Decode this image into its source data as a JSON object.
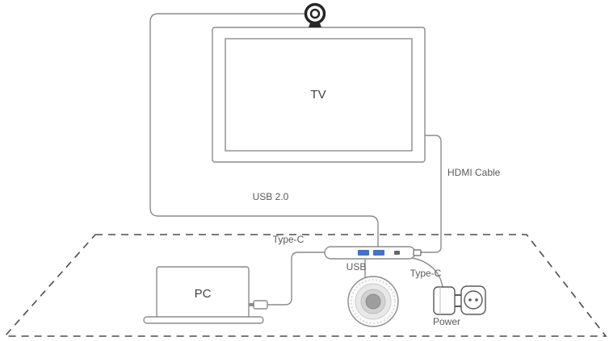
{
  "diagram": {
    "labels": {
      "tv": "TV",
      "pc": "PC",
      "usb2": "USB 2.0",
      "hdmi_cable": "HDMI Cable",
      "typec_pc": "Type-C",
      "typec_power": "Type-C",
      "usb_speaker": "USB",
      "power": "Power"
    },
    "colors": {
      "cable_gray": "#8c8c8c",
      "table_dash": "#4d4d4d",
      "text_gray": "#595959",
      "camera_dark": "#262626",
      "usb_port_blue": "#4472c4",
      "speaker_ring": "#e8e8e8",
      "speaker_center": "#9e9e9e"
    }
  }
}
